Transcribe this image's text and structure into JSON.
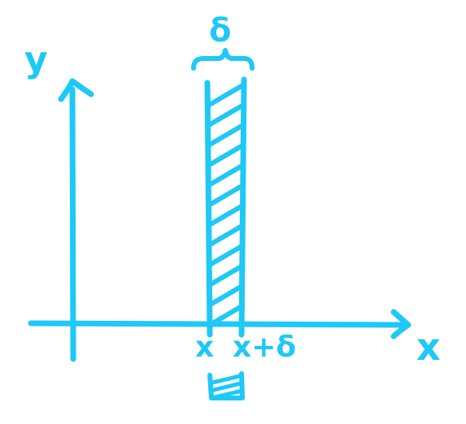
{
  "diagram": {
    "ink_color": "#1EC8F7",
    "labels": {
      "y_axis": "y",
      "x_axis": "x",
      "width_brace": "δ",
      "left_edge": "x",
      "right_edge": "x+δ"
    },
    "strip": {
      "fill": "hatched",
      "hatch_count": 12
    },
    "legend_swatch": {
      "fill": "hatched",
      "hatch_count": 3
    },
    "icons": {
      "x_axis_arrow": "arrow-right-icon",
      "y_axis_arrow": "arrow-up-icon"
    }
  }
}
